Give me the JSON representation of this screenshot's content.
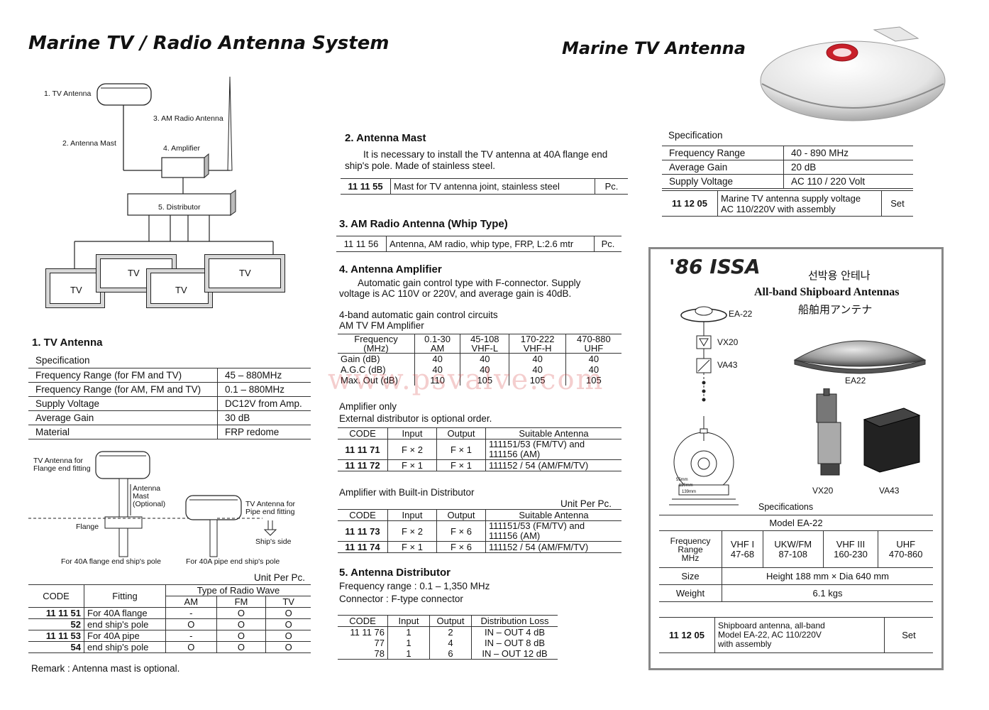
{
  "left": {
    "title": "Marine TV / Radio Antenna System",
    "diagram_labels": {
      "tv_antenna": "1. TV Antenna",
      "am_radio_antenna": "3. AM Radio Antenna",
      "antenna_mast": "2. Antenna Mast",
      "amplifier": "4. Amplifier",
      "distributor": "5. Distributor",
      "tv": "TV"
    },
    "tv_antenna_section": {
      "heading": "1. TV Antenna",
      "spec_label": "Specification",
      "rows": [
        {
          "k": "Frequency Range (for FM and TV)",
          "v": "45 – 880MHz"
        },
        {
          "k": "Frequency Range (for AM, FM and TV)",
          "v": "0.1 – 880MHz"
        },
        {
          "k": "Supply Voltage",
          "v": "DC12V from Amp."
        },
        {
          "k": "Average Gain",
          "v": "30 dB"
        },
        {
          "k": "Material",
          "v": "FRP redome"
        }
      ]
    },
    "mount_diagram": {
      "flange_label": "TV Antenna for\nFlange end fitting",
      "mast_label": "Antenna\nMast\n(Optional)",
      "flange": "Flange",
      "pipe_label": "TV Antenna for\nPipe end fitting",
      "ships_side": "Ship's side",
      "caption1": "For 40A flange end ship's pole",
      "caption2": "For 40A pipe end ship's pole"
    },
    "fitting_table": {
      "unit": "Unit Per Pc.",
      "h_code": "CODE",
      "h_fitting": "Fitting",
      "h_type": "Type of Radio Wave",
      "h_am": "AM",
      "h_fm": "FM",
      "h_tv": "TV",
      "rows": [
        {
          "code": "11 11 51",
          "fit": "For 40A flange",
          "am": "-",
          "fm": "O",
          "tv": "O"
        },
        {
          "code": "52",
          "fit": "end ship's pole",
          "am": "O",
          "fm": "O",
          "tv": "O"
        },
        {
          "code": "11 11 53",
          "fit": "For 40A pipe",
          "am": "-",
          "fm": "O",
          "tv": "O"
        },
        {
          "code": "54",
          "fit": "end ship's pole",
          "am": "O",
          "fm": "O",
          "tv": "O"
        }
      ],
      "remark": "Remark : Antenna mast is optional."
    }
  },
  "middle": {
    "mast": {
      "heading": "2. Antenna Mast",
      "text1": "It is necessary to install the TV antenna at 40A flange end",
      "text2": "ship's pole.   Made of stainless steel.",
      "code": "11 11 55",
      "desc": "Mast for TV antenna joint, stainless steel",
      "unit": "Pc."
    },
    "am_radio": {
      "heading": "3. AM Radio Antenna (Whip Type)",
      "code": "11 11 56",
      "desc": "Antenna, AM radio, whip type, FRP, L:2.6 mtr",
      "unit": "Pc."
    },
    "amplifier": {
      "heading": "4. Antenna Amplifier",
      "text1": "Automatic gain control type with F-connector.    Supply",
      "text2": "voltage is AC 110V or 220V, and average gain is 40dB.",
      "band1": "4-band automatic gain control circuits",
      "band2": "AM TV FM Amplifier",
      "freq_h1": "Frequency",
      "freq_h2": "(MHz)",
      "bands": [
        {
          "a": "0.1-30",
          "b": "AM"
        },
        {
          "a": "45-108",
          "b": "VHF-L"
        },
        {
          "a": "170-222",
          "b": "VHF-H"
        },
        {
          "a": "470-880",
          "b": "UHF"
        }
      ],
      "rows": [
        {
          "k": "Gain (dB)",
          "v": [
            "40",
            "40",
            "40",
            "40"
          ]
        },
        {
          "k": "A.G.C (dB)",
          "v": [
            "40",
            "40",
            "40",
            "40"
          ]
        },
        {
          "k": "Max. Out (dB)",
          "v": [
            "110",
            "105",
            "105",
            "105"
          ]
        }
      ],
      "amp_only": "Amplifier only",
      "ext_dist": "External distributor is optional order.",
      "h_code": "CODE",
      "h_input": "Input",
      "h_output": "Output",
      "h_suitable": "Suitable Antenna",
      "amp_rows": [
        {
          "code": "11 11 71",
          "in": "F × 2",
          "out": "F × 1",
          "s1": "111151/53 (FM/TV) and",
          "s2": "111156 (AM)"
        },
        {
          "code": "11 11 72",
          "in": "F × 1",
          "out": "F × 1",
          "s1": "111152 / 54 (AM/FM/TV)",
          "s2": ""
        }
      ],
      "builtin": "Amplifier with Built-in Distributor",
      "unit": "Unit Per Pc.",
      "bi_rows": [
        {
          "code": "11 11 73",
          "in": "F × 2",
          "out": "F × 6",
          "s1": "111151/53 (FM/TV) and",
          "s2": "111156 (AM)"
        },
        {
          "code": "11 11 74",
          "in": "F × 1",
          "out": "F × 6",
          "s1": "111152 / 54 (AM/FM/TV)",
          "s2": ""
        }
      ]
    },
    "distributor": {
      "heading": "5. Antenna Distributor",
      "freq": "Frequency range : 0.1 – 1,350 MHz",
      "conn": "Connector : F-type connector",
      "h_code": "CODE",
      "h_input": "Input",
      "h_output": "Output",
      "h_loss": "Distribution Loss",
      "rows": [
        {
          "code": "11 11 76",
          "in": "1",
          "out": "2",
          "loss": "IN – OUT  4 dB"
        },
        {
          "code": "77",
          "in": "1",
          "out": "4",
          "loss": "IN – OUT  8 dB"
        },
        {
          "code": "78",
          "in": "1",
          "out": "6",
          "loss": "IN – OUT 12 dB"
        }
      ]
    },
    "watermark": "www.psvalve.com"
  },
  "right": {
    "title": "Marine TV Antenna",
    "spec_label": "Specification",
    "rows": [
      {
        "k": "Frequency Range",
        "v": "40 - 890 MHz"
      },
      {
        "k": "Average Gain",
        "v": "20 dB"
      },
      {
        "k": "Supply Voltage",
        "v": "AC 110 / 220 Volt"
      }
    ],
    "code": "11 12 05",
    "desc1": "Marine TV antenna supply voltage",
    "desc2": "AC 110/220V with assembly",
    "unit": "Set",
    "issa": {
      "year": "'86 ISSA",
      "korean": "선박용 안테나",
      "english": "All-band Shipboard Antennas",
      "japanese": "船舶用アンテナ",
      "ea22_label": "EA-22",
      "vx20_label": "VX20",
      "va43_label": "VA43",
      "ea22_photo": "EA22",
      "vx20_photo": "VX20",
      "va43_photo": "VA43",
      "dims": [
        "55mm",
        "110mm",
        "139mm"
      ],
      "specs": "Specifications",
      "model": "Model EA-22",
      "freq_label": "Frequency\nRange\nMHz",
      "bands": [
        {
          "a": "VHF I",
          "b": "47-68"
        },
        {
          "a": "UKW/FM",
          "b": "87-108"
        },
        {
          "a": "VHF III",
          "b": "160-230"
        },
        {
          "a": "UHF",
          "b": "470-860"
        }
      ],
      "size_k": "Size",
      "size_v": "Height 188 mm × Dia 640 mm",
      "weight_k": "Weight",
      "weight_v": "6.1 kgs",
      "code": "11 12 05",
      "desc1": "Shipboard antenna, all-band",
      "desc2": "Model EA-22, AC 110/220V",
      "desc3": "with assembly",
      "unit": "Set"
    }
  }
}
